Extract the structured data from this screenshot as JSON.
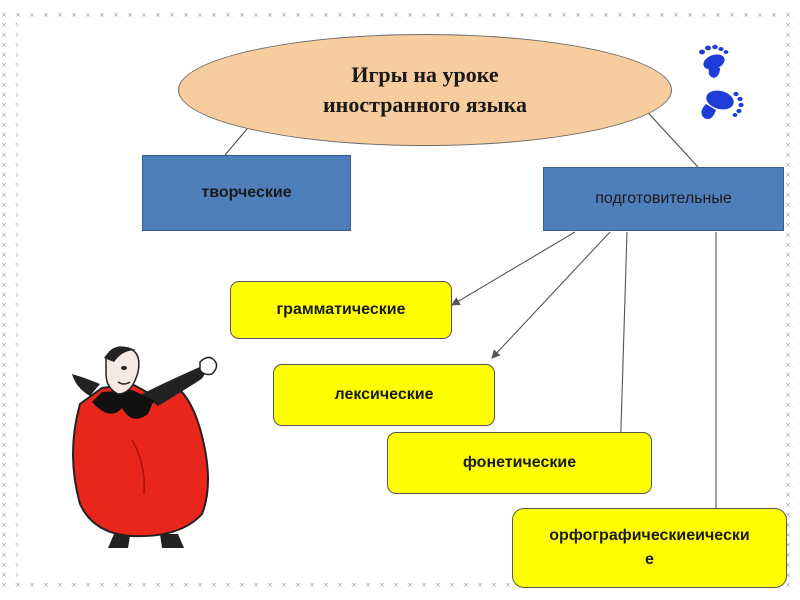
{
  "title": {
    "line1": "Игры на уроке",
    "line2": "иностранного языка"
  },
  "categories": {
    "creative": "творческие",
    "preparatory": "подготовительные"
  },
  "subtypes": {
    "grammar": "грамматические",
    "lexical": "лексические",
    "phonetic": "фонетические",
    "orthographic_line1": "орфографическиеически",
    "orthographic_line2": "е"
  },
  "colors": {
    "ellipse_fill": "#f7cc9e",
    "category_fill": "#4f7fba",
    "subtype_fill": "#ffff00",
    "footprints": "#1f3cd6",
    "cape_red": "#e8261c"
  },
  "decorations": {
    "footprints_icon": "footprints-icon",
    "character_icon": "vampire-character-icon"
  }
}
